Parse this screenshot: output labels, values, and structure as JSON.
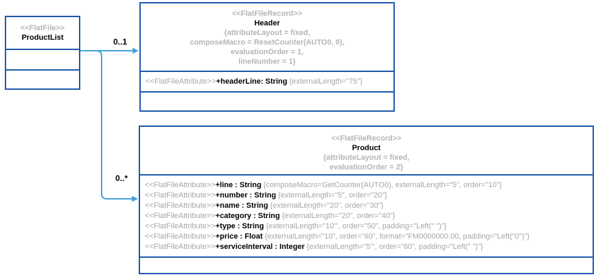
{
  "colors": {
    "box_border": "#1f58ad",
    "connector": "#44a3da",
    "muted_title_text": "#b5b5b5",
    "muted_attr_text": "#a6a6a6",
    "text": "#000000",
    "background": "#ffffff"
  },
  "product_list": {
    "stereotype": "<<FlatFile>>",
    "name": "ProductList"
  },
  "edges": {
    "to_header_multiplicity": "0..1",
    "to_product_multiplicity": "0..*"
  },
  "header_record": {
    "stereotype": "<<FlatFileRecord>>",
    "name": "Header",
    "properties": {
      "line1": "{attributeLayout = fixed,",
      "line2": "composeMacro = ResetCounter(AUTO0, 0),",
      "line3": "evaluationOrder = 1,",
      "line4": "lineNumber = 1}"
    },
    "attributes": [
      {
        "stereotype": "<<FlatFileAttribute>>",
        "signature": "+headerLine: String",
        "properties": "{externalLength=\"75\"}"
      }
    ]
  },
  "product_record": {
    "stereotype": "<<FlatFileRecord>>",
    "name": "Product",
    "properties": {
      "line1": "{attributeLayout = fixed,",
      "line2": "evaluationOrder = 2}"
    },
    "attributes": [
      {
        "stereotype": "<<FlatFileAttribute>>",
        "signature": "+line : String",
        "properties": "{composeMacro=GetCounter(AUTO0), externalLength=\"5\", order=\"10\"}"
      },
      {
        "stereotype": "<<FlatFileAttribute>>",
        "signature": "+number : String",
        "properties": "{externalLength=\"5\", order=\"20\"}"
      },
      {
        "stereotype": "<<FlatFileAttribute>>",
        "signature": "+name : String",
        "properties": "{externalLength=\"20\", order=\"30\"}"
      },
      {
        "stereotype": "<<FlatFileAttribute>>",
        "signature": "+category : String",
        "properties": "{externalLength=\"20\", order=\"40\"}"
      },
      {
        "stereotype": "<<FlatFileAttribute>>",
        "signature": "+type : String",
        "properties": "{externalLength=\"10'\", order=\"50\", padding=\"Left(\" \")\"}"
      },
      {
        "stereotype": "<<FlatFileAttribute>>",
        "signature": "+price : Float",
        "properties": "{externalLength=\"10\", order=\"60\", format=\"FM0000000.00, padding=\"Left(\"0\")\"}"
      },
      {
        "stereotype": "<<FlatFileAttribute>>",
        "signature": "+serviceInterval : Integer",
        "properties": "{externalLength=\"5'\", order=\"60\", padding=\"Left(\" \")\"}"
      }
    ]
  }
}
